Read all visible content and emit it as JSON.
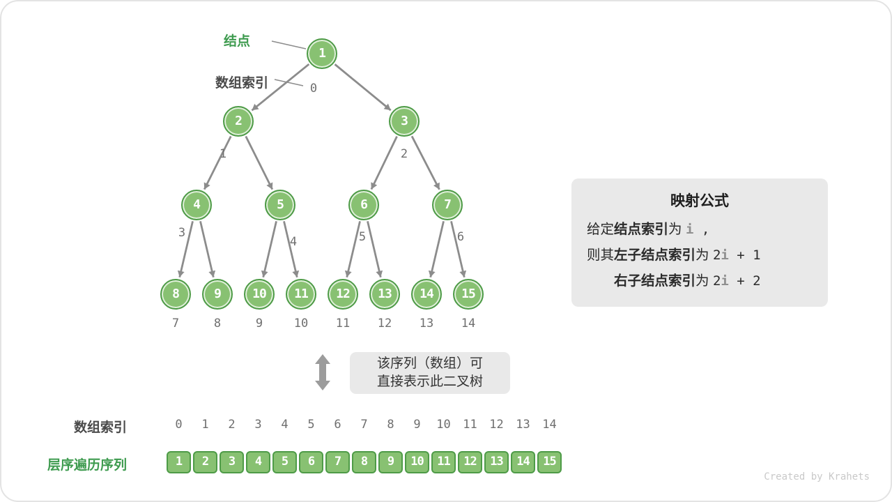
{
  "colors": {
    "node_fill": "#88C172",
    "node_border": "#4E9B47",
    "arrow_gray": "#8C8C8C",
    "label_green": "#3E9B4F",
    "panel_gray": "#E9E9E9",
    "index_gray": "#6F6F6F",
    "watermark_gray": "#C9C9C9"
  },
  "tree": {
    "node_label": "结点",
    "index_label": "数组索引",
    "nodes": [
      {
        "value": "1",
        "index": "0"
      },
      {
        "value": "2",
        "index": "1"
      },
      {
        "value": "3",
        "index": "2"
      },
      {
        "value": "4",
        "index": "3"
      },
      {
        "value": "5",
        "index": "4"
      },
      {
        "value": "6",
        "index": "5"
      },
      {
        "value": "7",
        "index": "6"
      },
      {
        "value": "8",
        "index": "7"
      },
      {
        "value": "9",
        "index": "8"
      },
      {
        "value": "10",
        "index": "9"
      },
      {
        "value": "11",
        "index": "10"
      },
      {
        "value": "12",
        "index": "11"
      },
      {
        "value": "13",
        "index": "12"
      },
      {
        "value": "14",
        "index": "13"
      },
      {
        "value": "15",
        "index": "14"
      }
    ]
  },
  "formula": {
    "title": "映射公式",
    "l1": {
      "a": "给定",
      "b": "结点索引",
      "c": "为 ",
      "i": "i",
      "d": " ,"
    },
    "l2": {
      "a": "则其",
      "b": "左子结点索引",
      "c": "为 ",
      "m1": "2",
      "i": "i",
      "m2": " + 1"
    },
    "l3": {
      "b": "右子结点索引",
      "c": "为 ",
      "m1": "2",
      "i": "i",
      "m2": " + 2"
    }
  },
  "note": {
    "line1": "该序列（数组）可",
    "line2": "直接表示此二叉树"
  },
  "rows": {
    "index_label": "数组索引",
    "sequence_label": "层序遍历序列",
    "indices": [
      "0",
      "1",
      "2",
      "3",
      "4",
      "5",
      "6",
      "7",
      "8",
      "9",
      "10",
      "11",
      "12",
      "13",
      "14"
    ],
    "sequence": [
      "1",
      "2",
      "3",
      "4",
      "5",
      "6",
      "7",
      "8",
      "9",
      "10",
      "11",
      "12",
      "13",
      "14",
      "15"
    ]
  },
  "credit": "Created by Krahets"
}
